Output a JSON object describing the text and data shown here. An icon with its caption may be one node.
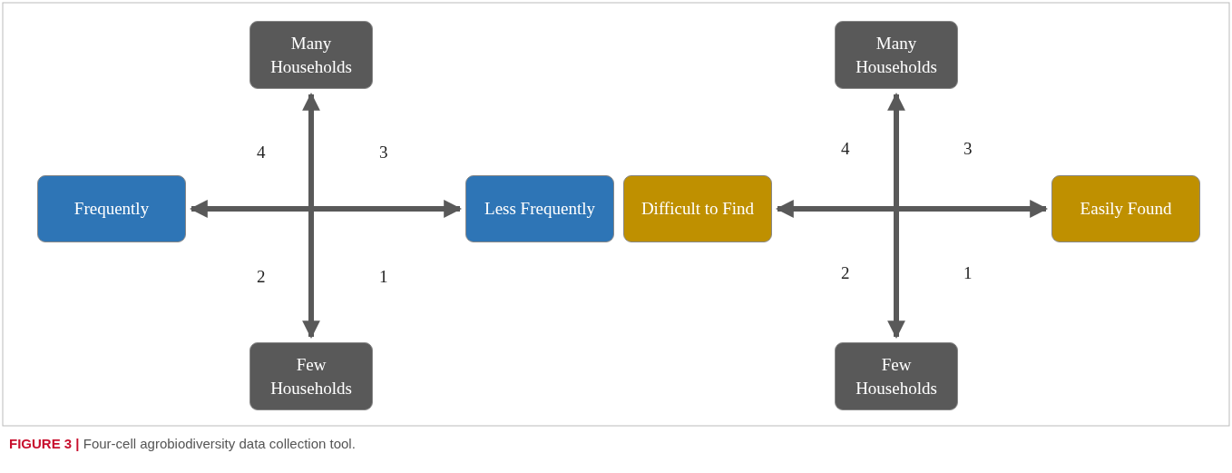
{
  "diagram": {
    "caption": "**FIGURE 3 |** Four-cell agrobiodiversity data collection tool.",
    "nodes": [
      {
        "text": [
          "Many Households"
        ]
      },
      {
        "text": [
          "Many Households"
        ]
      },
      {
        "text": [
          "Frequently"
        ]
      },
      {
        "text": [
          "Less Frequently"
        ]
      },
      {
        "text": [
          "Difficult to Find"
        ]
      },
      {
        "text": [
          "Easily Found"
        ]
      },
      {
        "text": [
          "Few Households"
        ]
      },
      {
        "text": [
          "Few Households"
        ]
      }
    ],
    "edges": [
      {
        "from": 6,
        "to": 0,
        "arrow": "both"
      },
      {
        "from": 2,
        "to": 3,
        "arrow": "both"
      },
      {
        "from": 7,
        "to": 1,
        "arrow": "both"
      },
      {
        "from": 4,
        "to": 5,
        "arrow": "both"
      }
    ],
    "labels": [
      "4",
      "3",
      "4",
      "3",
      "2",
      "1",
      "2",
      "1"
    ]
  }
}
